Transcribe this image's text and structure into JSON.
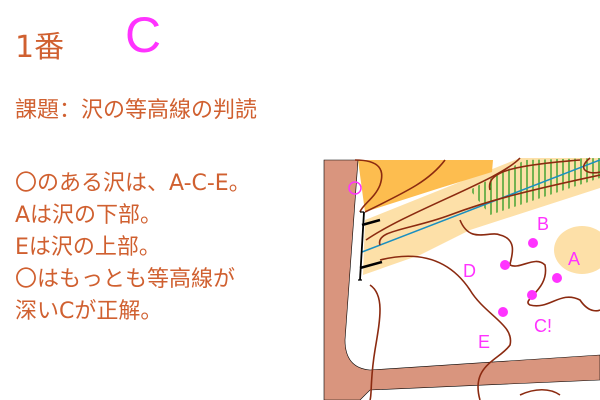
{
  "title": {
    "number": "1番",
    "answer": "C"
  },
  "subject": "課題：沢の等高線の判読",
  "explanation": [
    "〇のある沢は、A-C-E。",
    "Aは沢の下部。",
    "Eは沢の上部。",
    "〇はもっとも等高線が",
    "深いCが正解。"
  ],
  "map": {
    "labels": {
      "a": "A",
      "b": "B",
      "c": "C!",
      "d": "D",
      "e": "E"
    },
    "colors": {
      "control": "#ff33ff",
      "road": "#d9957e",
      "contour": "#8b2a10",
      "water": "#1a8fc0"
    }
  }
}
